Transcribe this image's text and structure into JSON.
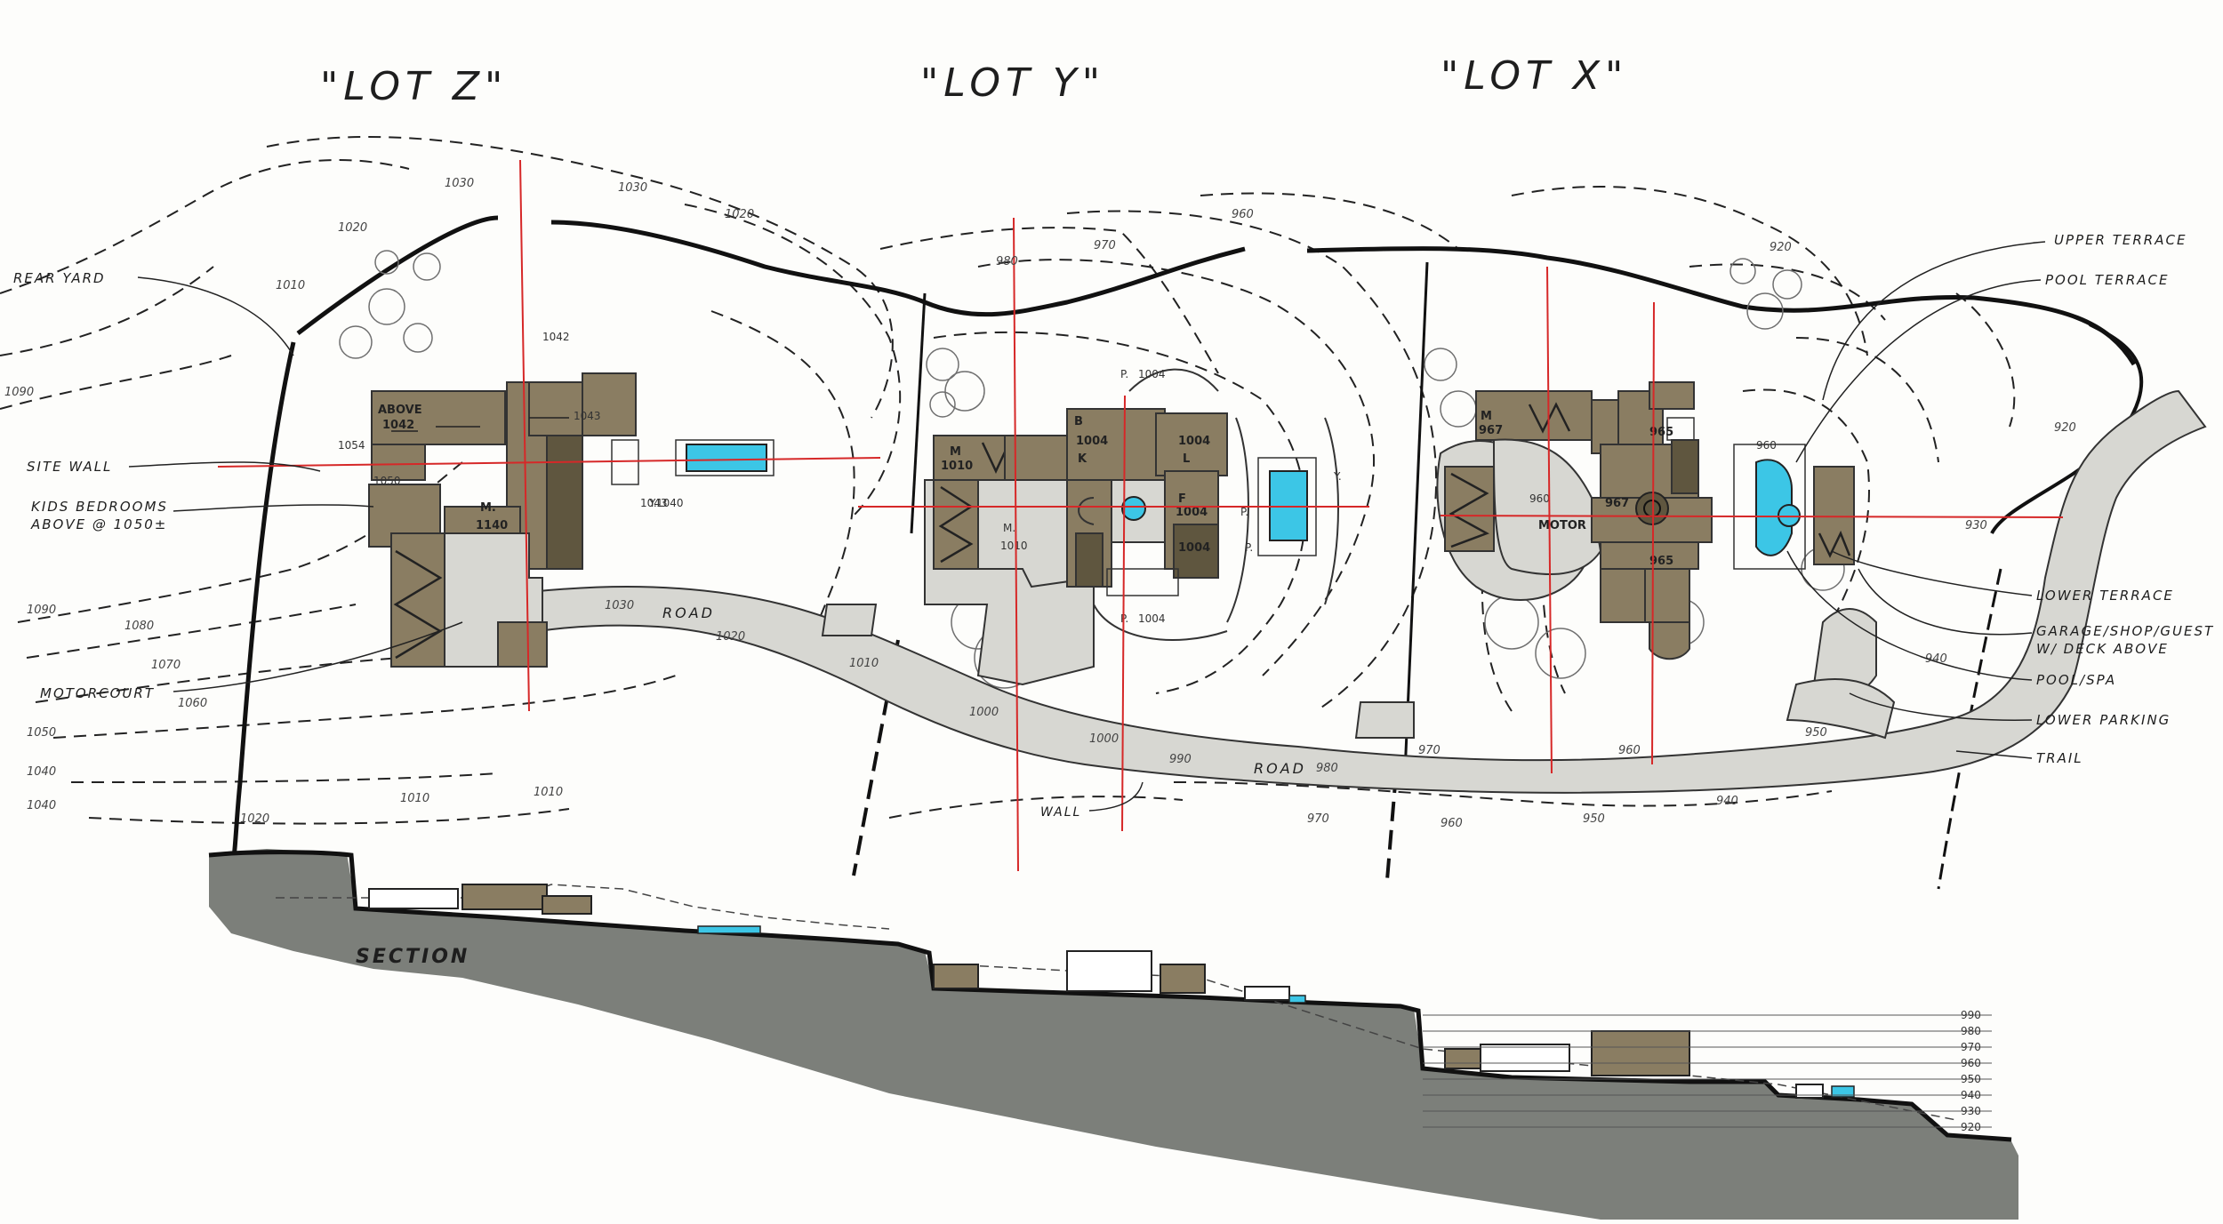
{
  "lots": {
    "z": "\"LOT Z\"",
    "y": "\"LOT Y\"",
    "x": "\"LOT X\""
  },
  "callouts_left": {
    "rear_yard": "REAR YARD",
    "site_wall": "SITE WALL",
    "kids_bedrooms": "KIDS BEDROOMS",
    "kids_bedrooms_level": "ABOVE @ 1050±",
    "motorcourt": "MOTORCOURT"
  },
  "callouts_right": {
    "pool_terrace": "POOL TERRACE",
    "upper_terrace": "UPPER TERRACE",
    "lower_terrace": "LOWER TERRACE",
    "garage": "GARAGE/SHOP/GUEST",
    "garage_2": "W/ DECK ABOVE",
    "pool_spa": "POOL/SPA",
    "lower_parking": "LOWER PARKING",
    "trail": "TRAIL"
  },
  "plan_labels": {
    "road_1": "ROAD",
    "road_2": "ROAD",
    "wall": "WALL",
    "section": "SECTION",
    "motor": "MOTOR"
  },
  "contours": [
    "1090",
    "1080",
    "1070",
    "1060",
    "1050",
    "1040",
    "1030",
    "1020",
    "1010",
    "1000",
    "990",
    "980",
    "970",
    "960",
    "950",
    "940",
    "930",
    "920"
  ],
  "elevations": {
    "lot_z": [
      "1042",
      "1050",
      "1054",
      "1043",
      "1140",
      "1040"
    ],
    "lot_y": [
      "1010",
      "1004",
      "1004",
      "1004",
      "1004",
      "1004"
    ],
    "lot_x": [
      "967",
      "960",
      "965",
      "967",
      "960"
    ]
  },
  "section_scale": [
    "990",
    "980",
    "970",
    "960",
    "950",
    "940",
    "930",
    "920"
  ],
  "colors": {
    "building": "#8a7d62",
    "building_dark": "#5f563f",
    "paving": "#d7d7d2",
    "pool": "#3cc6e6",
    "centerline": "#d62828",
    "ground": "#7c7f7a",
    "ink": "#1e1e1e"
  }
}
